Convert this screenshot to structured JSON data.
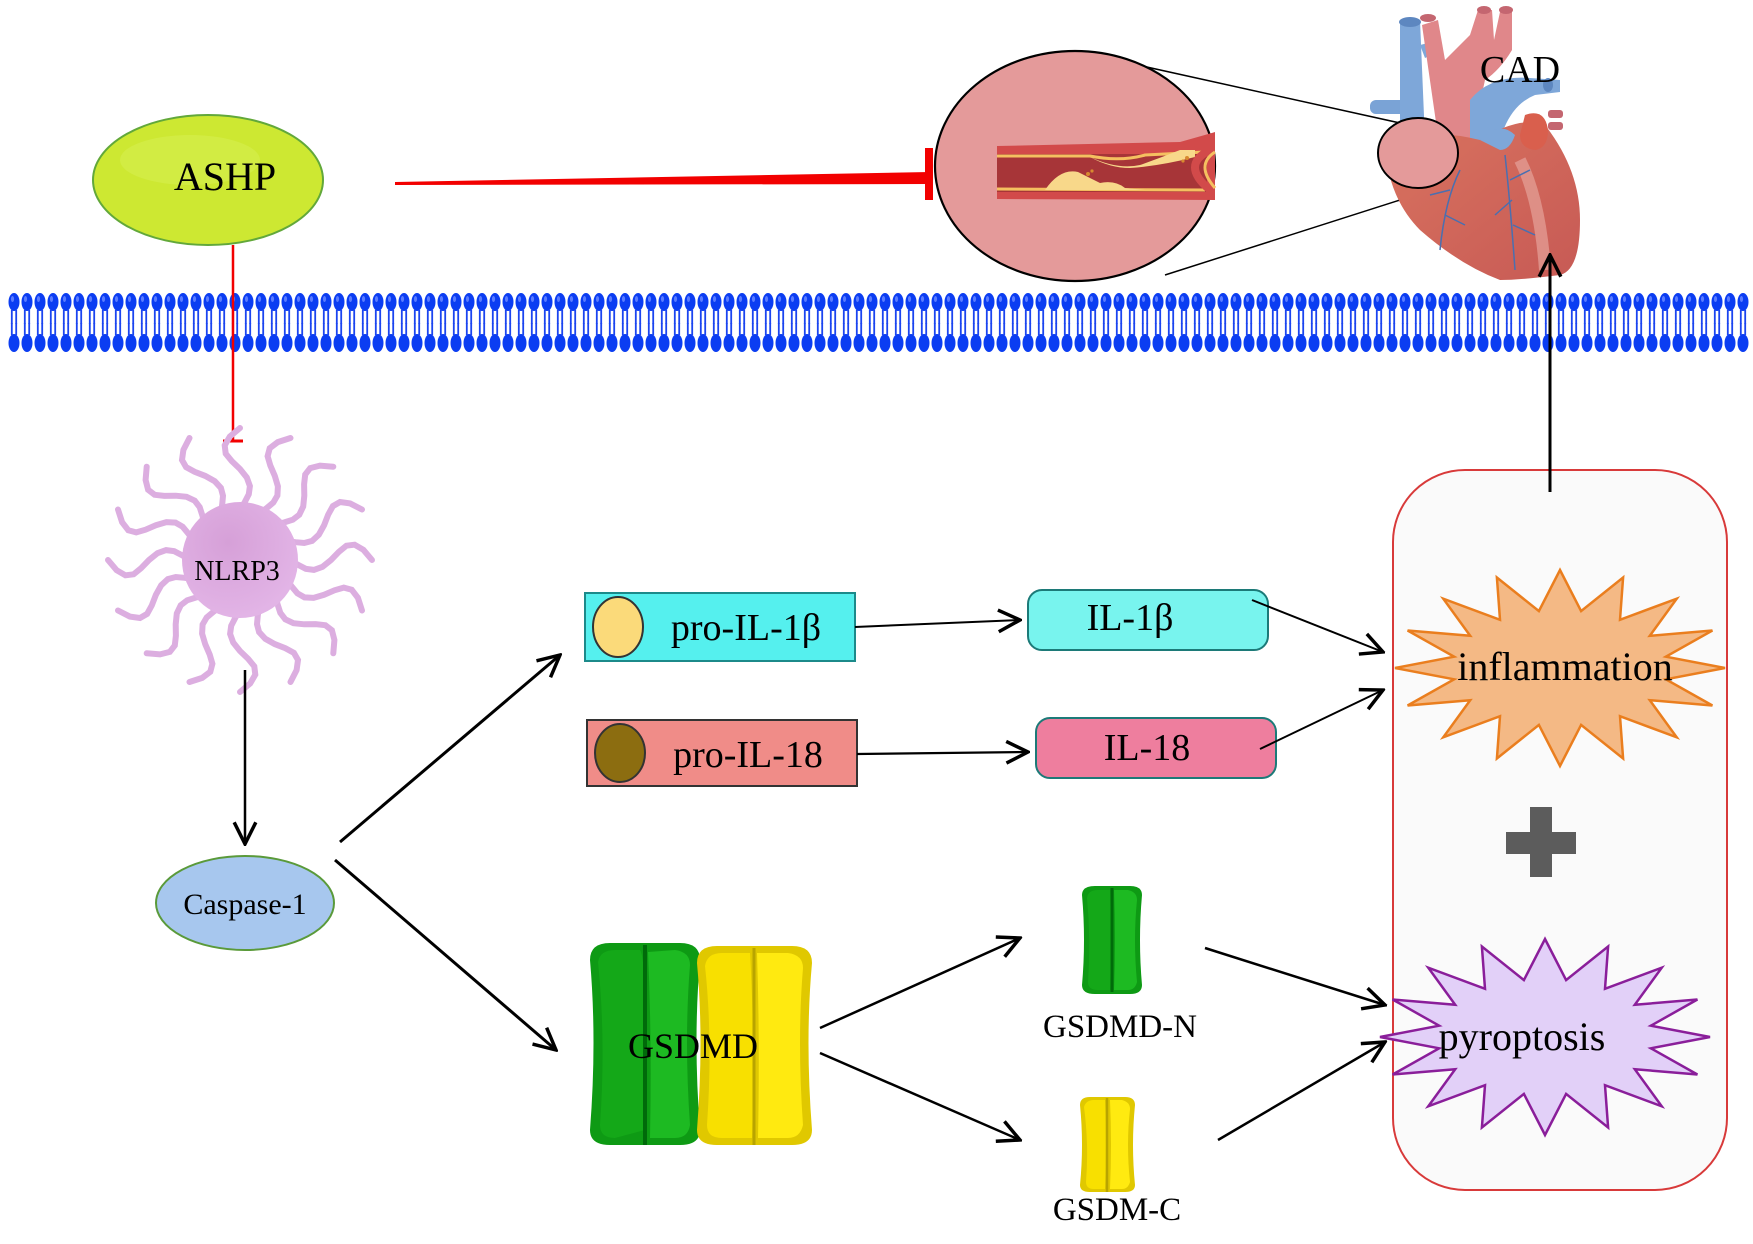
{
  "figure": {
    "type": "pathway-diagram",
    "nodes": {
      "ashp": {
        "label": "ASHP",
        "color": "#cde832"
      },
      "nlrp3": {
        "label": "NLRP3",
        "color": "#dcaee0"
      },
      "caspase1": {
        "label": "Caspase-1",
        "color": "#a7c7ee"
      },
      "pro_il1b": {
        "label": "pro-IL-1β",
        "color": "#55f0ee",
        "dot_color": "#fbda7a"
      },
      "pro_il18": {
        "label": "pro-IL-18",
        "color": "#f08c88",
        "dot_color": "#8c6d10"
      },
      "il1b": {
        "label": "IL-1β",
        "color": "#78f4ee"
      },
      "il18": {
        "label": "IL-18",
        "color": "#ee7e9e"
      },
      "gsdmd": {
        "label": "GSDMD"
      },
      "gsdmd_n": {
        "label": "GSDMD-N"
      },
      "gsdm_c": {
        "label": "GSDM-C"
      },
      "inflammation": {
        "label": "inflammation",
        "color": "#f4b985"
      },
      "pyroptosis": {
        "label": "pyroptosis",
        "color": "#e2d0f8"
      },
      "plus": {
        "label": "+"
      },
      "cad": {
        "label": "CAD"
      }
    },
    "edges": [
      {
        "from": "ASHP",
        "to": "atherosclerotic artery",
        "type": "inhibition"
      },
      {
        "from": "ASHP",
        "to": "NLRP3",
        "type": "inhibition"
      },
      {
        "from": "NLRP3",
        "to": "Caspase-1",
        "type": "activation"
      },
      {
        "from": "Caspase-1",
        "to": "pro-IL-1β",
        "type": "activation"
      },
      {
        "from": "Caspase-1",
        "to": "GSDMD",
        "type": "activation"
      },
      {
        "from": "pro-IL-1β",
        "to": "IL-1β",
        "type": "activation"
      },
      {
        "from": "pro-IL-18",
        "to": "IL-18",
        "type": "activation"
      },
      {
        "from": "IL-1β",
        "to": "inflammation",
        "type": "activation"
      },
      {
        "from": "IL-18",
        "to": "inflammation",
        "type": "activation"
      },
      {
        "from": "GSDMD",
        "to": "GSDMD-N",
        "type": "activation"
      },
      {
        "from": "GSDMD",
        "to": "GSDM-C",
        "type": "activation"
      },
      {
        "from": "GSDMD-N",
        "to": "pyroptosis",
        "type": "activation"
      },
      {
        "from": "GSDM-C",
        "to": "pyroptosis",
        "type": "activation"
      },
      {
        "from": "inflammation + pyroptosis",
        "to": "CAD",
        "type": "activation"
      }
    ],
    "colors": {
      "inhibition": "#f20000",
      "membrane": "#0a3cf0",
      "box_border": "#d83a3a",
      "artery_bg": "#e49a9a",
      "plus": "#5c5c5c"
    }
  }
}
